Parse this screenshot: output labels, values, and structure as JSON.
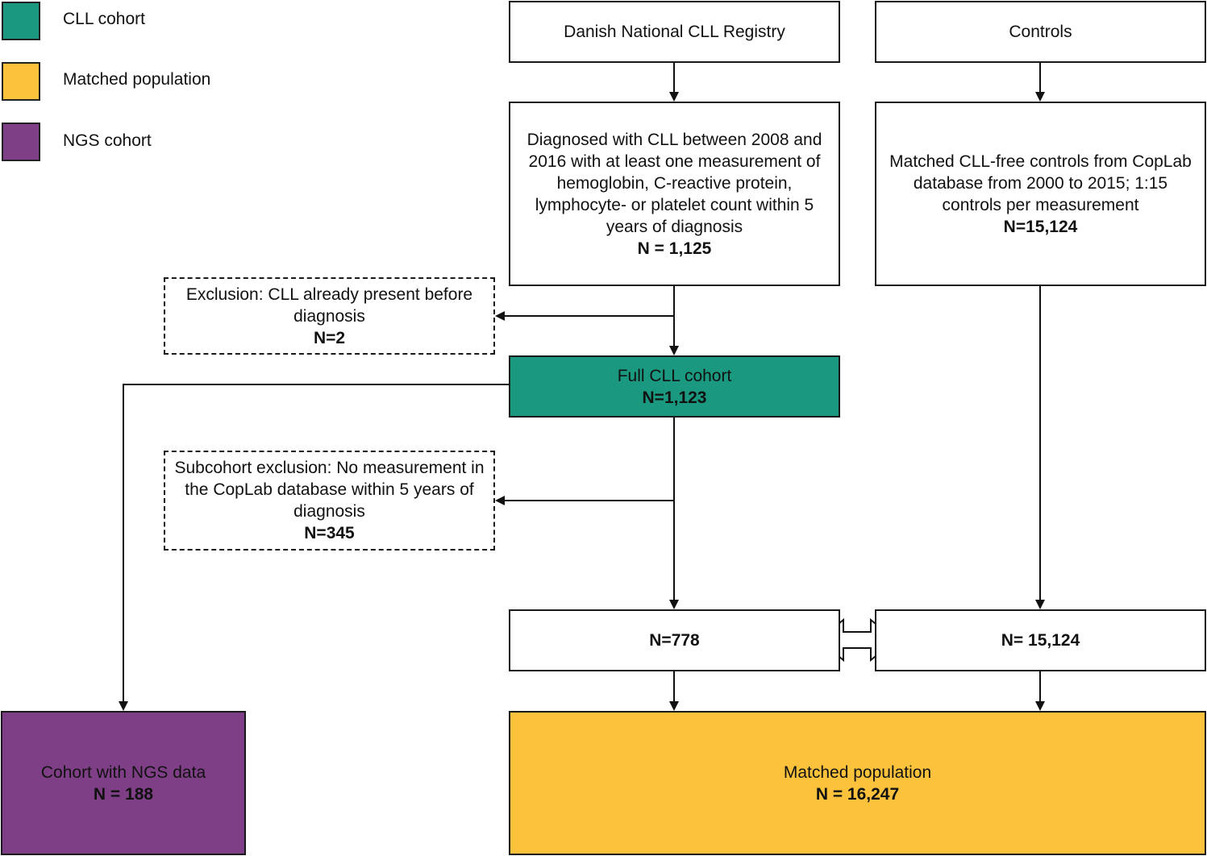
{
  "colors": {
    "cll_cohort": "#1a9980",
    "matched_population": "#fcc23b",
    "ngs_cohort": "#7f3f87",
    "line": "#111111"
  },
  "legend": [
    {
      "label": "CLL cohort",
      "color": "#1a9980"
    },
    {
      "label": "Matched population",
      "color": "#fcc23b"
    },
    {
      "label": "NGS cohort",
      "color": "#7f3f87"
    }
  ],
  "boxes": {
    "registry": {
      "text": "Danish National CLL Registry"
    },
    "controls": {
      "text": "Controls"
    },
    "diagnosed": {
      "text": "Diagnosed with CLL between 2008 and 2016 with at least one measurement of hemoglobin, C-reactive protein, lymphocyte- or platelet count within 5 years of diagnosis",
      "n": "N = 1,125"
    },
    "matched_controls": {
      "text": "Matched CLL-free controls from CopLab database from 2000 to 2015; 1:15 controls per measurement",
      "n": "N=15,124"
    },
    "exclusion": {
      "text": "Exclusion: CLL already present before diagnosis",
      "n": "N=2"
    },
    "full_cohort": {
      "text": "Full CLL cohort",
      "n": "N=1,123"
    },
    "subcohort_exclusion": {
      "text": "Subcohort exclusion: No measurement in the CopLab database within 5 years of diagnosis",
      "n": "N=345"
    },
    "cases_778": {
      "n": "N=778"
    },
    "controls_15124": {
      "n": "N= 15,124"
    },
    "ngs_cohort": {
      "text": "Cohort with NGS data",
      "n": "N = 188"
    },
    "matched_population": {
      "text": "Matched population",
      "n": "N = 16,247"
    }
  }
}
